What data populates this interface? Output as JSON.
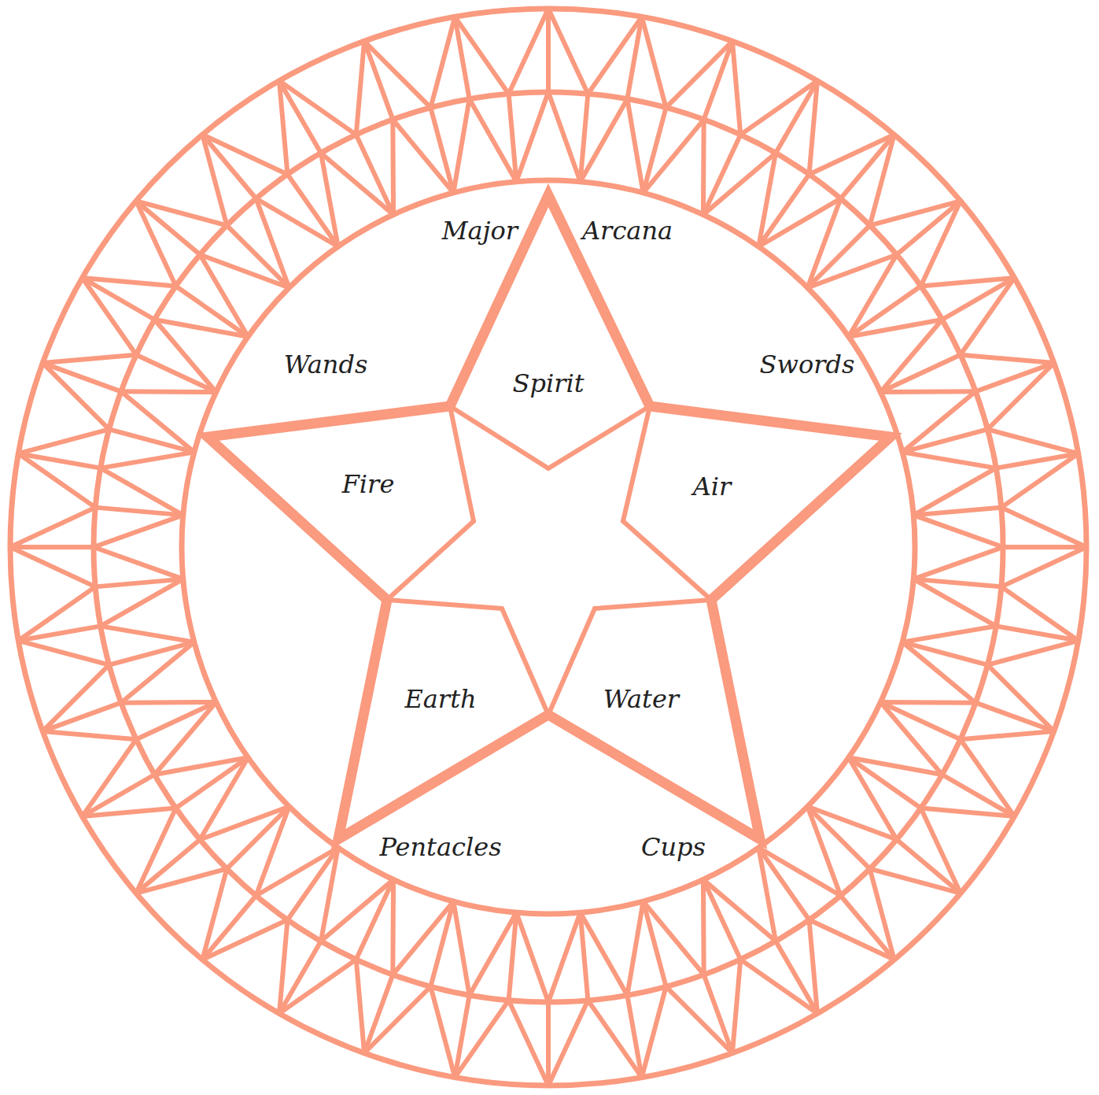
{
  "diagram": {
    "nodes": [
      {
        "text": [
          "Spirit"
        ]
      },
      {
        "text": [
          "Fire"
        ]
      },
      {
        "text": [
          "Air"
        ]
      },
      {
        "text": [
          "Earth"
        ]
      },
      {
        "text": [
          "Water"
        ]
      }
    ],
    "labels": [
      "Major",
      "Arcana",
      "Wands",
      "Swords",
      "Pentacles",
      "Cups"
    ]
  }
}
